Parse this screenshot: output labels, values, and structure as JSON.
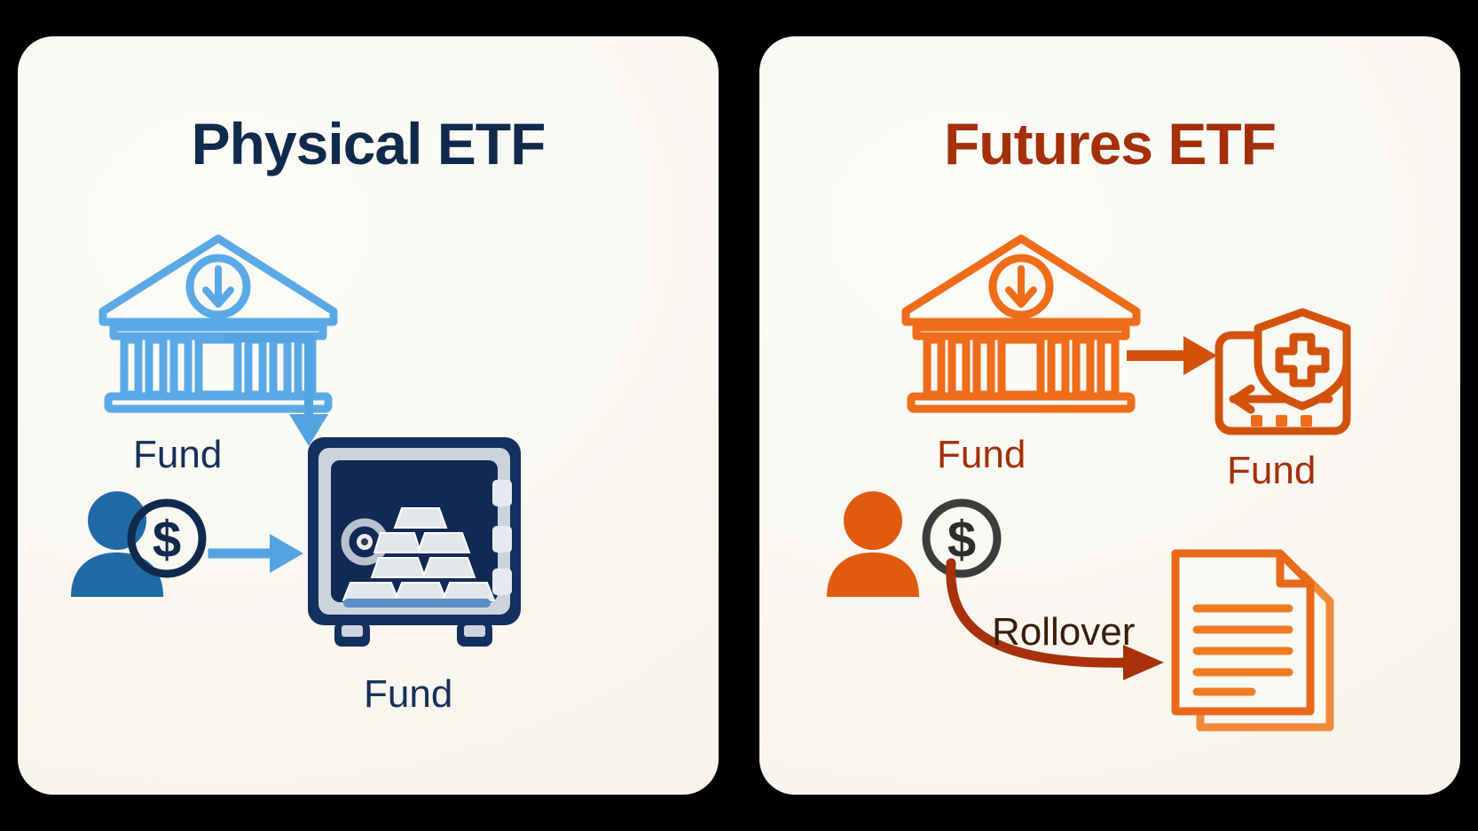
{
  "background_color": "#000000",
  "panels": [
    {
      "id": "physical-etf",
      "title": "Physical ETF",
      "accent_color": "#102a4c",
      "icon_color": "#5aa9e6",
      "labels": {
        "fund_top": "Fund",
        "fund_bottom": "Fund"
      },
      "icons": [
        "bank-icon",
        "down-arrow-elbow-icon",
        "person-icon",
        "dollar-coin-icon",
        "right-arrow-icon",
        "safe-vault-icon",
        "gold-bars-icon"
      ]
    },
    {
      "id": "futures-etf",
      "title": "Futures ETF",
      "accent_color": "#a3300a",
      "icon_color": "#ef6c1a",
      "labels": {
        "fund_top": "Fund",
        "fund_right": "Fund",
        "rollover": "Rollover"
      },
      "icons": [
        "bank-icon",
        "right-arrow-icon",
        "shield-chart-icon",
        "person-icon",
        "dollar-coin-icon",
        "curved-rollover-arrow-icon",
        "documents-icon"
      ]
    }
  ],
  "colors": {
    "card_background": "#faf8f2",
    "navy_dark": "#102a4c",
    "navy_label": "#16305a",
    "blue_light": "#5aa9e6",
    "blue_person": "#1f6aa5",
    "rust_dark": "#a3300a",
    "orange": "#ef6c1a",
    "orange_person": "#e05a10",
    "gray_coin": "#3a3a3a",
    "silver_bar": "#dfe2e6"
  }
}
